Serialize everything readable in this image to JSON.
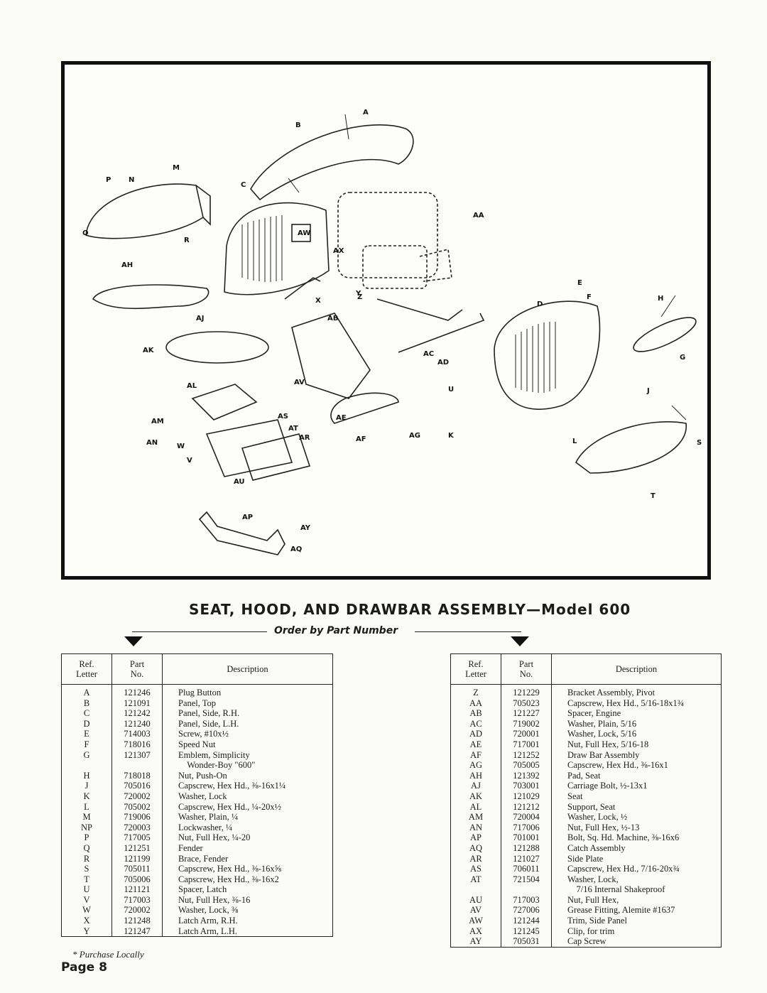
{
  "diagram": {
    "callouts": [
      "A",
      "B",
      "C",
      "D",
      "E",
      "F",
      "G",
      "H",
      "J",
      "K",
      "L",
      "M",
      "N",
      "P",
      "Q",
      "R",
      "S",
      "T",
      "U",
      "V",
      "W",
      "X",
      "Y",
      "Z",
      "AA",
      "AB",
      "AC",
      "AD",
      "AE",
      "AF",
      "AG",
      "AH",
      "AJ",
      "AK",
      "AL",
      "AM",
      "AN",
      "AP",
      "AQ",
      "AR",
      "AS",
      "AT",
      "AU",
      "AV",
      "AW",
      "AX",
      "AY"
    ]
  },
  "title": "SEAT, HOOD, AND DRAWBAR ASSEMBLY—Model 600",
  "order_note": "Order by Part Number",
  "table_headers": {
    "ref": [
      "Ref.",
      "Letter"
    ],
    "part": [
      "Part",
      "No."
    ],
    "description": "Description"
  },
  "left_table": [
    {
      "ref": "A",
      "part": "121246",
      "desc": "Plug Button"
    },
    {
      "ref": "B",
      "part": "121091",
      "desc": "Panel, Top"
    },
    {
      "ref": "C",
      "part": "121242",
      "desc": "Panel, Side, R.H."
    },
    {
      "ref": "D",
      "part": "121240",
      "desc": "Panel, Side, L.H."
    },
    {
      "ref": "E",
      "part": "714003",
      "desc": "Screw, #10x½"
    },
    {
      "ref": "F",
      "part": "718016",
      "desc": "Speed Nut"
    },
    {
      "ref": "G",
      "part": "121307",
      "desc": "Emblem, Simplicity"
    },
    {
      "ref": "",
      "part": "",
      "desc": "    Wonder-Boy \"600\""
    },
    {
      "ref": "H",
      "part": "718018",
      "desc": "Nut, Push-On"
    },
    {
      "ref": "J",
      "part": "705016",
      "desc": "Capscrew, Hex Hd., ⅜-16x1¼"
    },
    {
      "ref": "K",
      "part": "720002",
      "desc": "Washer, Lock"
    },
    {
      "ref": "L",
      "part": "705002",
      "desc": "Capscrew, Hex Hd., ¼-20x½"
    },
    {
      "ref": "M",
      "part": "719006",
      "desc": "Washer, Plain, ¼"
    },
    {
      "ref": "NP",
      "part": "720003",
      "desc": "Lockwasher, ¼"
    },
    {
      "ref": "P",
      "part": "717005",
      "desc": "Nut, Full Hex, ¼-20"
    },
    {
      "ref": "Q",
      "part": "121251",
      "desc": "Fender"
    },
    {
      "ref": "R",
      "part": "121199",
      "desc": "Brace, Fender"
    },
    {
      "ref": "S",
      "part": "705011",
      "desc": "Capscrew, Hex Hd., ⅜-16x⅝"
    },
    {
      "ref": "T",
      "part": "705006",
      "desc": "Capscrew, Hex Hd., ⅜-16x2"
    },
    {
      "ref": "U",
      "part": "121121",
      "desc": "Spacer, Latch"
    },
    {
      "ref": "V",
      "part": "717003",
      "desc": "Nut, Full Hex, ⅜-16"
    },
    {
      "ref": "W",
      "part": "720002",
      "desc": "Washer, Lock, ⅜"
    },
    {
      "ref": "X",
      "part": "121248",
      "desc": "Latch Arm, R.H."
    },
    {
      "ref": "Y",
      "part": "121247",
      "desc": "Latch Arm, L.H."
    }
  ],
  "right_table": [
    {
      "ref": "Z",
      "part": "121229",
      "desc": "Bracket Assembly, Pivot"
    },
    {
      "ref": "AA",
      "part": "705023",
      "desc": "Capscrew, Hex Hd., 5/16-18x1¾"
    },
    {
      "ref": "AB",
      "part": "121227",
      "desc": "Spacer, Engine"
    },
    {
      "ref": "AC",
      "part": "719002",
      "desc": "Washer, Plain, 5/16"
    },
    {
      "ref": "AD",
      "part": "720001",
      "desc": "Washer, Lock, 5/16"
    },
    {
      "ref": "AE",
      "part": "717001",
      "desc": "Nut, Full Hex, 5/16-18"
    },
    {
      "ref": "AF",
      "part": "121252",
      "desc": "Draw Bar Assembly"
    },
    {
      "ref": "AG",
      "part": "705005",
      "desc": "Capscrew, Hex Hd., ⅜-16x1"
    },
    {
      "ref": "AH",
      "part": "121392",
      "desc": "Pad, Seat"
    },
    {
      "ref": "AJ",
      "part": "703001",
      "desc": "Carriage Bolt, ½-13x1"
    },
    {
      "ref": "AK",
      "part": "121029",
      "desc": "Seat"
    },
    {
      "ref": "AL",
      "part": "121212",
      "desc": "Support, Seat"
    },
    {
      "ref": "AM",
      "part": "720004",
      "desc": "Washer, Lock, ½"
    },
    {
      "ref": "AN",
      "part": "717006",
      "desc": "Nut, Full Hex, ½-13"
    },
    {
      "ref": "AP",
      "part": "701001",
      "desc": "Bolt, Sq. Hd. Machine, ⅜-16x6"
    },
    {
      "ref": "AQ",
      "part": "121288",
      "desc": "Catch Assembly"
    },
    {
      "ref": "AR",
      "part": "121027",
      "desc": "Side Plate"
    },
    {
      "ref": "AS",
      "part": "706011",
      "desc": "Capscrew, Hex Hd., 7/16-20x¾"
    },
    {
      "ref": "AT",
      "part": "721504",
      "desc": "Washer, Lock,"
    },
    {
      "ref": "",
      "part": "",
      "desc": "    7/16 Internal Shakeproof"
    },
    {
      "ref": "AU",
      "part": "717003",
      "desc": "Nut, Full Hex,"
    },
    {
      "ref": "AV",
      "part": "727006",
      "desc": "Grease Fitting, Alemite #1637"
    },
    {
      "ref": "AW",
      "part": "121244",
      "desc": "Trim, Side Panel"
    },
    {
      "ref": "AX",
      "part": "121245",
      "desc": "Clip, for trim"
    },
    {
      "ref": "AY",
      "part": "705031",
      "desc": "Cap Screw"
    }
  ],
  "footnote": "* Purchase Locally",
  "page_label": "Page 8"
}
